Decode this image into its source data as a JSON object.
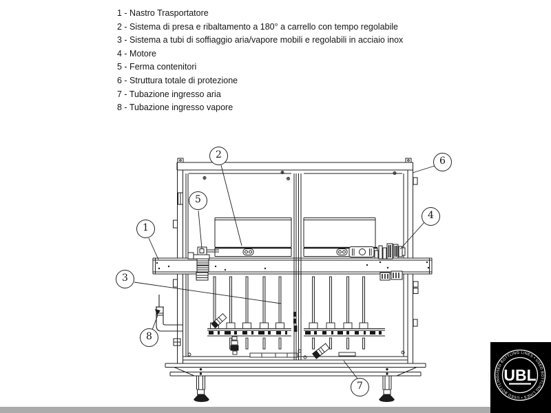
{
  "legend": {
    "items": [
      {
        "label": "1 - Nastro Trasportatore"
      },
      {
        "label": "2 - Sistema di presa e ribaltamento a 180° a carrello con tempo regolabile"
      },
      {
        "label": "3 - Sistema a tubi di soffiaggio aria/vapore mobili e regolabili in acciaio inox"
      },
      {
        "label": "4 - Motore"
      },
      {
        "label": "5 - Ferma contenitori"
      },
      {
        "label": "6 - Struttura totale di protezione"
      },
      {
        "label": "7 - Tubazione ingresso aria"
      },
      {
        "label": "8 - Tubazione ingresso vapore"
      }
    ]
  },
  "diagram": {
    "callouts": [
      {
        "number": "1"
      },
      {
        "number": "2"
      },
      {
        "number": "3"
      },
      {
        "number": "4"
      },
      {
        "number": "5"
      },
      {
        "number": "6"
      },
      {
        "number": "7"
      },
      {
        "number": "8"
      }
    ]
  },
  "logo": {
    "monogram": "UBL",
    "ring_text": "USED BOTTLING LINES • USED BOTTLING LINES • USED BOTTLING LINES •"
  },
  "colors": {
    "ink": "#1c1c1c",
    "background": "#ffffff",
    "logo_background": "#000000",
    "logo_foreground": "#ffffff",
    "bottom_bar": "#ababab"
  }
}
